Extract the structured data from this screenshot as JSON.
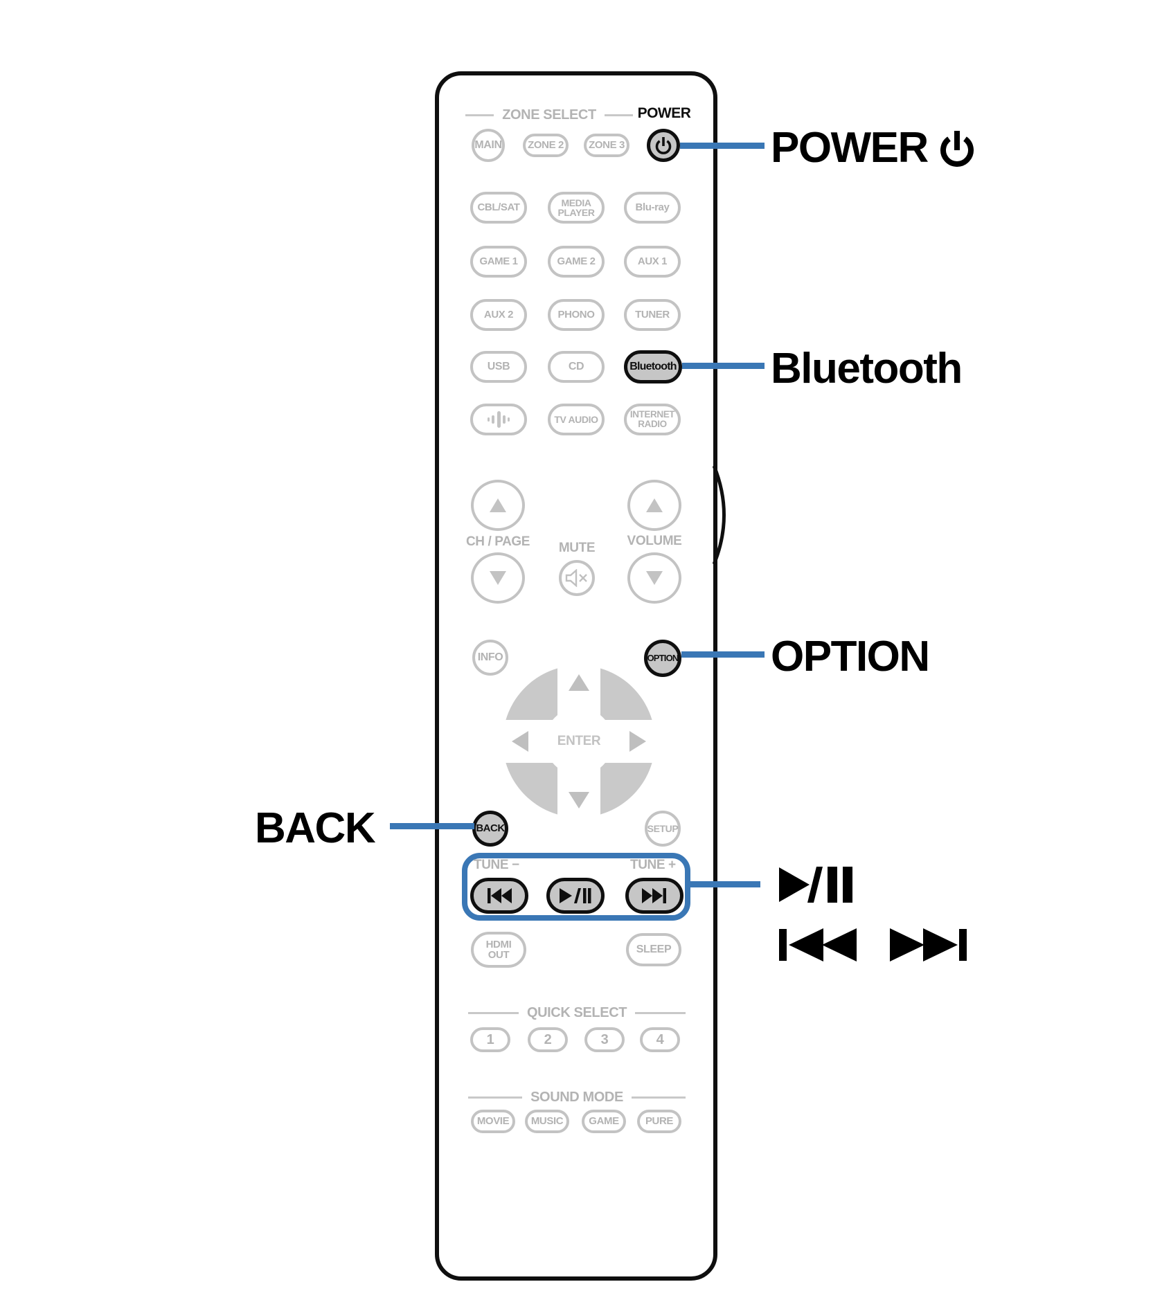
{
  "colors": {
    "accent_blue": "#3a77b5",
    "button_fill_gray": "#c6c6c6",
    "inactive_gray": "#b3b3b3",
    "outline_black": "#0f0f0f"
  },
  "callouts": {
    "power": "POWER",
    "bluetooth": "Bluetooth",
    "option": "OPTION",
    "back": "BACK",
    "play_pause_symbol": "play-pause-icon",
    "skip_symbols": "skip-back-icon skip-forward-icon"
  },
  "remote": {
    "headers": {
      "zone_select": "ZONE SELECT",
      "power_label": "POWER",
      "quick_select": "QUICK SELECT",
      "sound_mode": "SOUND MODE"
    },
    "buttons": {
      "main": "MAIN",
      "zone2": "ZONE 2",
      "zone3": "ZONE 3",
      "cbl_sat": "CBL/SAT",
      "media_player_line1": "MEDIA",
      "media_player_line2": "PLAYER",
      "blu_ray": "Blu-ray",
      "game1": "GAME 1",
      "game2": "GAME 2",
      "aux1": "AUX 1",
      "aux2": "AUX 2",
      "phono": "PHONO",
      "tuner": "TUNER",
      "usb": "USB",
      "cd": "CD",
      "bluetooth": "Bluetooth",
      "tv_audio": "TV AUDIO",
      "internet_radio_line1": "INTERNET",
      "internet_radio_line2": "RADIO",
      "info": "INFO",
      "option": "OPTION",
      "enter": "ENTER",
      "back": "BACK",
      "setup": "SETUP",
      "hdmi_out_line1": "HDMI",
      "hdmi_out_line2": "OUT",
      "sleep": "SLEEP",
      "quick1": "1",
      "quick2": "2",
      "quick3": "3",
      "quick4": "4",
      "movie": "MOVIE",
      "music": "MUSIC",
      "game": "GAME",
      "pure": "PURE"
    },
    "labels": {
      "ch_page": "CH / PAGE",
      "mute": "MUTE",
      "volume": "VOLUME",
      "tune_minus": "TUNE −",
      "tune_plus": "TUNE +"
    },
    "icons": {
      "power_button": "power-standby-icon",
      "mute_button": "speaker-mute-icon",
      "audio_signal_button": "equalizer-bars-icon",
      "ch_page_up": "triangle-up-icon",
      "ch_page_down": "triangle-down-icon",
      "volume_up": "triangle-up-icon",
      "volume_down": "triangle-down-icon",
      "dpad": "cursor-pad",
      "skip_back": "prev-track-icon",
      "play_pause": "play-pause-icon",
      "skip_forward": "next-track-icon"
    }
  }
}
